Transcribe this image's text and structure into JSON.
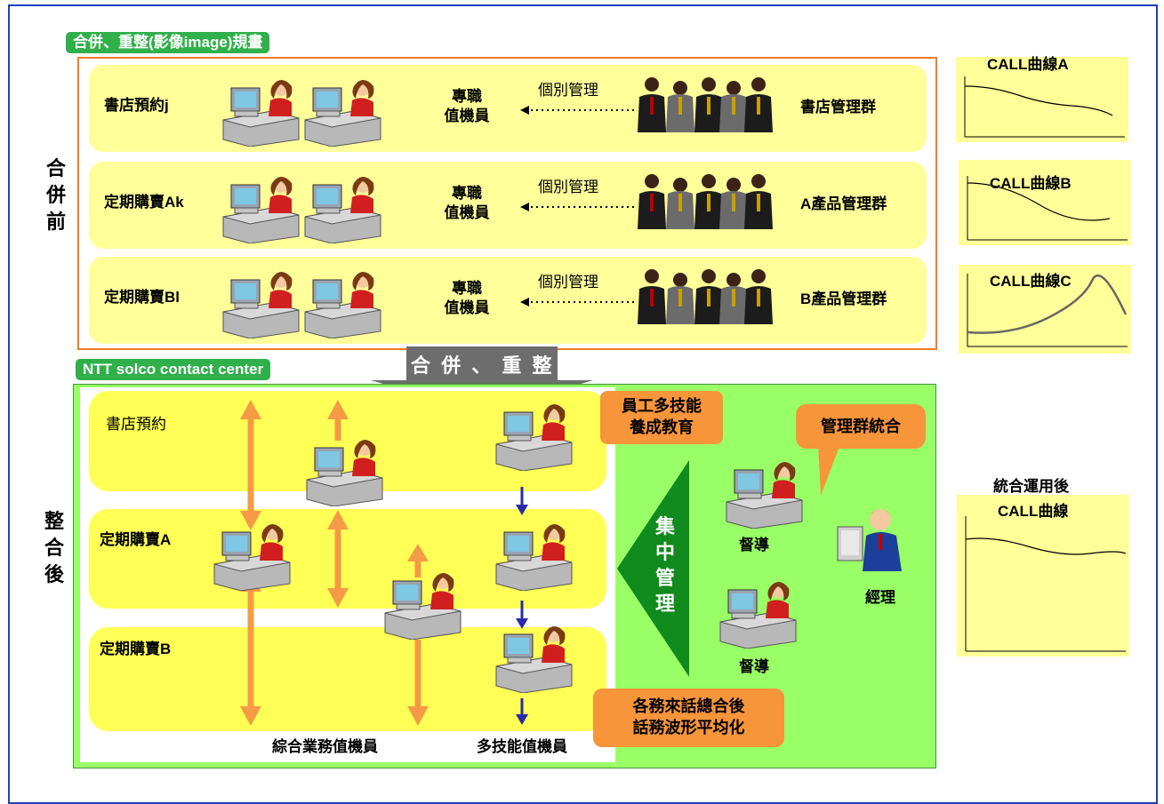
{
  "title_tag": "合併、重整(影像image)規畫",
  "before_label": [
    "合",
    "併",
    "前"
  ],
  "after_label": [
    "整",
    "合",
    "後"
  ],
  "rows_before": [
    {
      "service": "書店預約j",
      "staff": [
        "專職",
        "值機員"
      ],
      "mgmt": "個別管理",
      "group": "書店管理群"
    },
    {
      "service": "定期購賣Ak",
      "staff": [
        "專職",
        "值機員"
      ],
      "mgmt": "個別管理",
      "group": "A產品管理群"
    },
    {
      "service": "定期購賣Bl",
      "staff": [
        "專職",
        "值機員"
      ],
      "mgmt": "個別管理",
      "group": "B產品管理群"
    }
  ],
  "curves": {
    "a": "CALL曲線A",
    "b": "CALL曲線B",
    "c": "CALL曲線C",
    "after_line1": "統合運用後",
    "after_line2": "CALL曲線"
  },
  "merge_arrow_label": "合 併 、 重 整",
  "center_tag": "NTT solco contact center",
  "rows_after": [
    "書店預約",
    "定期購賣A",
    "定期購賣B"
  ],
  "training_box": [
    "員工多技能",
    "養成教育"
  ],
  "mgmt_integration": "管理群統合",
  "central_mgmt": [
    "集",
    "中",
    "管",
    "理"
  ],
  "supervisor": "督導",
  "manager": "經理",
  "summary_box": [
    "各務來話總合後",
    "話務波形平均化"
  ],
  "bottom_labels": {
    "general": "綜合業務值機員",
    "multi": "多技能值機員"
  },
  "colors": {
    "border": "#1f3fbf",
    "tag_green": "#2fb04a",
    "light_yellow": "#ffff9a",
    "yellow": "#ffff55",
    "green": "#99ff66",
    "orange": "#f7953b",
    "arrow_orange": "#f59a45",
    "arrow_blue": "#2b2ba8"
  }
}
